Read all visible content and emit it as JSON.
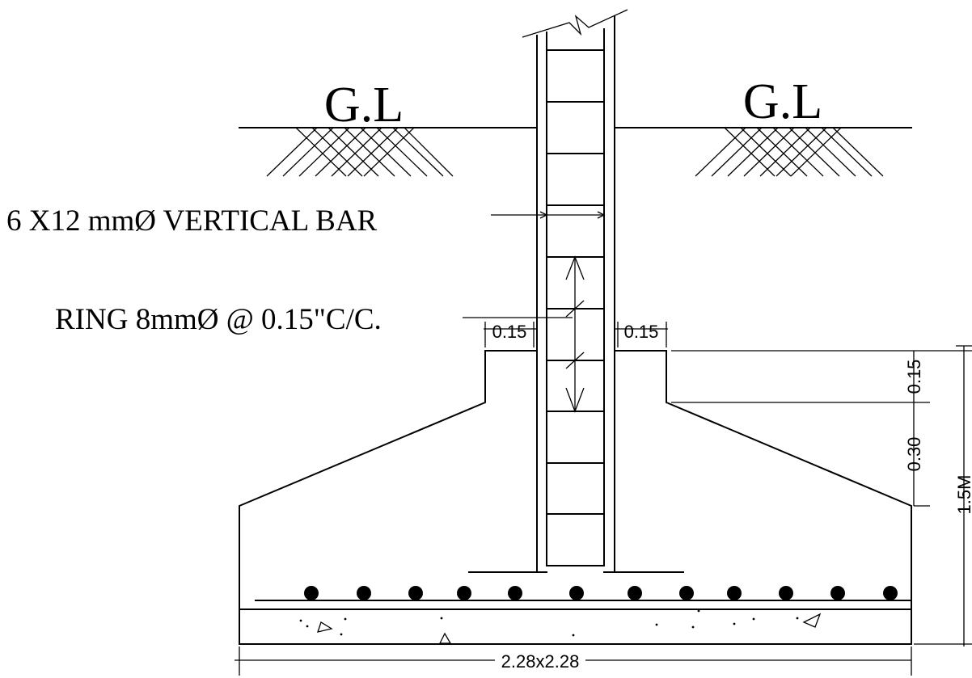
{
  "ground": {
    "left_label": "G.L",
    "right_label": "G.L"
  },
  "annotations": {
    "vertical_bar": "6 X12 mmØ VERTICAL BAR",
    "ring": "RING 8mmØ @ 0.15\"C/C."
  },
  "dimensions": {
    "offset_left": "0.15",
    "offset_right": "0.15",
    "pedestal_height": "0.15",
    "slope_height": "0.30",
    "total_depth": "1.5M",
    "footing_size": "2.28x2.28"
  }
}
